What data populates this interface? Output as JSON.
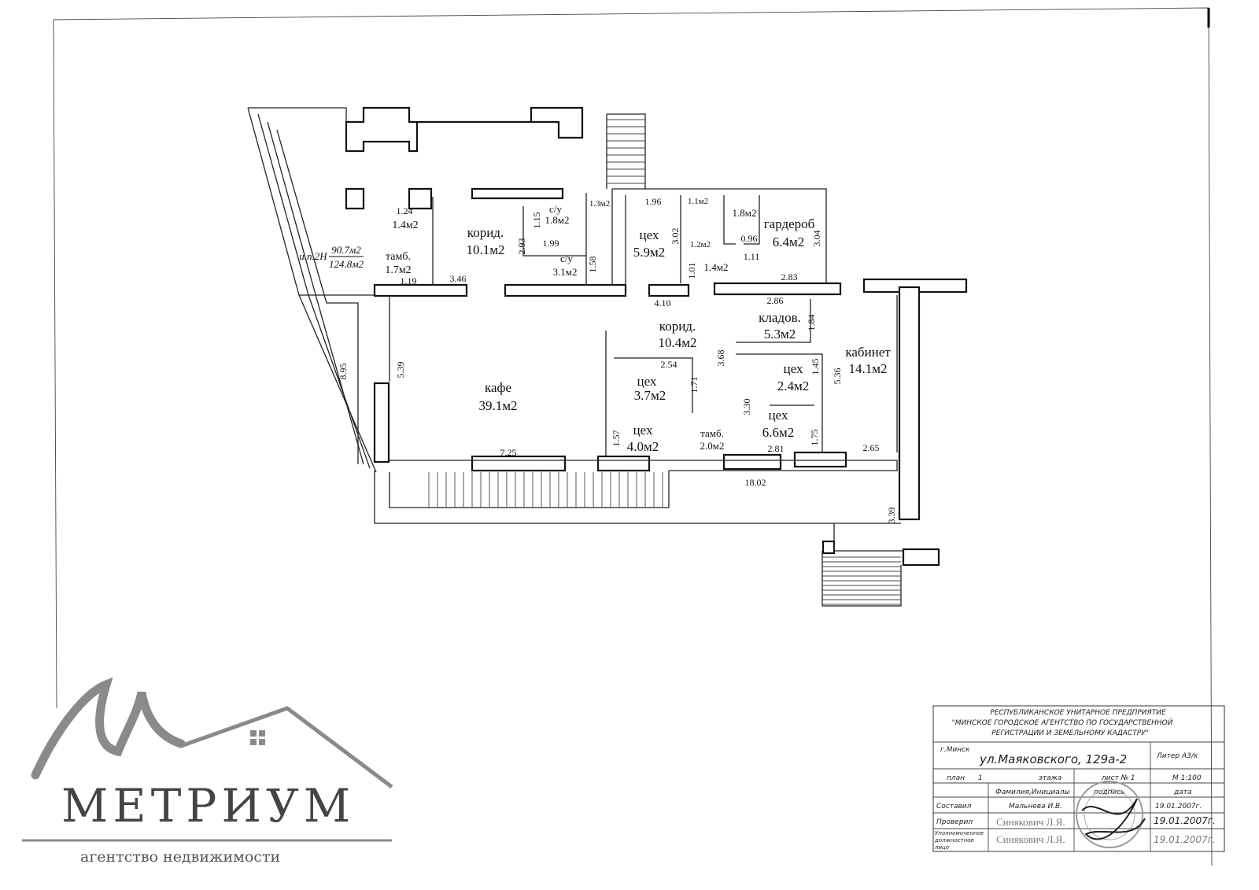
{
  "rooms": {
    "korid1": {
      "name": "корид.",
      "area": "10.1м2"
    },
    "tamb1": {
      "name": "тамб.",
      "area": "1.7м2"
    },
    "small1": {
      "area": "1.4м2"
    },
    "su1": {
      "name": "с/у",
      "area": "1.8м2"
    },
    "su2": {
      "name": "с/у",
      "area": "3.1м2"
    },
    "small2": {
      "area": "1.3м2"
    },
    "ceh1": {
      "name": "цех",
      "area": "5.9м2"
    },
    "wc1": {
      "area": "1.1м2"
    },
    "wc2": {
      "area": "1.2м2"
    },
    "wc3": {
      "area": "1.4м2"
    },
    "wc4": {
      "area": "1.8м2"
    },
    "garderob": {
      "name": "гардероб",
      "area": "6.4м2"
    },
    "korid2": {
      "name": "корид.",
      "area": "10.4м2"
    },
    "kladov": {
      "name": "кладов.",
      "area": "5.3м2"
    },
    "kabinet": {
      "name": "кабинет",
      "area": "14.1м2"
    },
    "kafe": {
      "name": "кафе",
      "area": "39.1м2"
    },
    "ceh2": {
      "name": "цех",
      "area": "3.7м2"
    },
    "ceh3": {
      "name": "цех",
      "area": "4.0м2"
    },
    "tamb2": {
      "name": "тамб.",
      "area": "2.0м2"
    },
    "ceh4": {
      "name": "цех",
      "area": "2.4м2"
    },
    "ceh5": {
      "name": "цех",
      "area": "6.6м2"
    }
  },
  "area_note": {
    "label": "и.п.2Н",
    "numerator": "90.7м2",
    "denominator": "124.8м2"
  },
  "dimensions": [
    "1.24",
    "1.19",
    "3.46",
    "2.93",
    "1.15",
    "1.99",
    "1.58",
    "1.96",
    "3.02",
    "1.01",
    "0.96",
    "1.11",
    "3.04",
    "2.83",
    "2.86",
    "4.10",
    "1.84",
    "3.68",
    "1.45",
    "5.36",
    "2.54",
    "1.71",
    "3.30",
    "5.39",
    "8.95",
    "7.25",
    "1.57",
    "2.81",
    "1.75",
    "2.65",
    "18.02",
    "3.39"
  ],
  "title_block": {
    "org_line1": "РЕСПУБЛИКАНСКОЕ УНИТАРНОЕ ПРЕДПРИЯТИЕ",
    "org_line2": "\"МИНСКОЕ ГОРОДСКОЕ АГЕНТСТВО ПО ГОСУДАРСТВЕННОЙ",
    "org_line3": "РЕГИСТРАЦИИ И ЗЕМЕЛЬНОМУ КАДАСТРУ\"",
    "city": "г.Минск",
    "address": "ул.Маяковского, 129а-2",
    "liter": "Литер  А3/к",
    "plan_label": "план",
    "plan_no": "1",
    "floor_label": "этажа",
    "sheet": "лист № 1",
    "scale": "М 1:100",
    "col_name": "Фамилия,Инициалы",
    "col_sign": "подпись",
    "col_date": "дата",
    "rows": [
      {
        "role": "Составил",
        "name": "Мальнева И.В.",
        "date": "19.01.2007г."
      },
      {
        "role": "Проверил",
        "name": "Синякович Л.Я.",
        "date": "19.01.2007г."
      },
      {
        "role": "Уполномоченное должностное лицо",
        "name": "Синякович Л.Я.",
        "date": "19.01.2007г."
      }
    ]
  },
  "logo": {
    "name": "МЕТРИУМ",
    "tagline": "агентство недвижимости"
  }
}
